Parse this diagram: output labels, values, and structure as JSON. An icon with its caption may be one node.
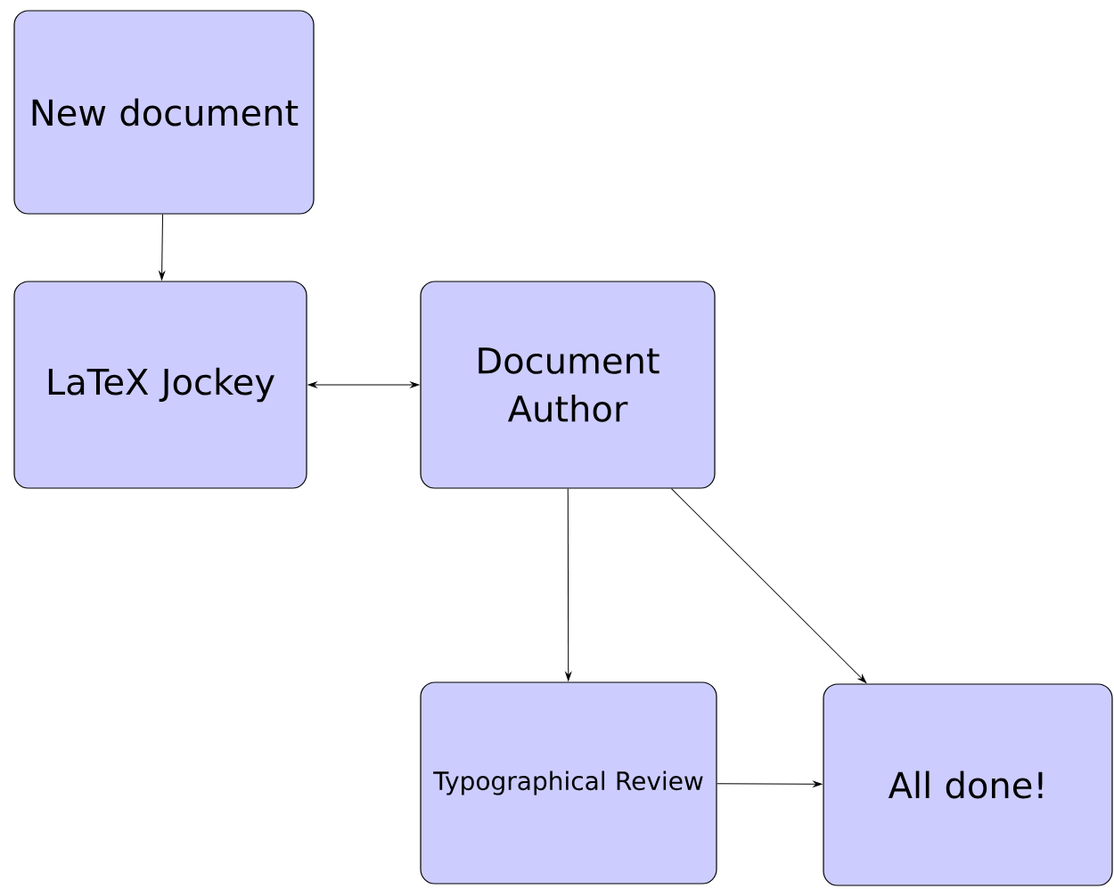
{
  "diagram": {
    "nodes": [
      {
        "text": [
          "New document"
        ]
      },
      {
        "text": [
          "LaTeX Jockey"
        ]
      },
      {
        "text": [
          "Document Author"
        ]
      },
      {
        "text": [
          "Typographical Review"
        ]
      },
      {
        "text": [
          "All done!"
        ]
      }
    ],
    "edges": [
      {
        "from": 0,
        "to": 1,
        "arrow": "to"
      },
      {
        "from": 1,
        "to": 2,
        "arrow": "both"
      },
      {
        "from": 2,
        "to": 3,
        "arrow": "to"
      },
      {
        "from": 2,
        "to": 4,
        "arrow": "to"
      },
      {
        "from": 3,
        "to": 4,
        "arrow": "to"
      }
    ]
  }
}
